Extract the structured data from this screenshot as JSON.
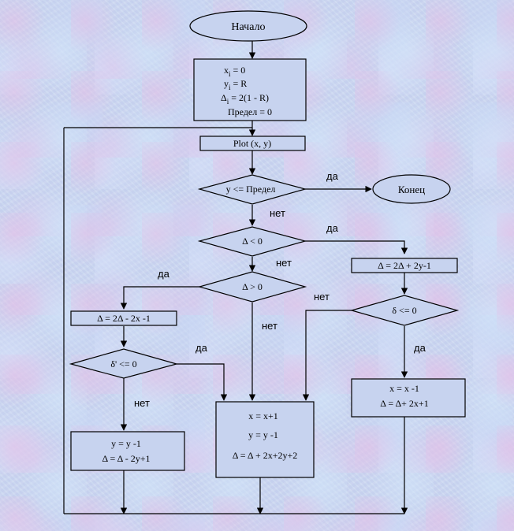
{
  "start": "Начало",
  "end": "Конец",
  "init": {
    "line1_x": "x",
    "line1_sub": "i",
    "line1_rest": " = 0",
    "line2_y": "y",
    "line2_sub": "i",
    "line2_rest": " = R",
    "line3_d": "Δ",
    "line3_sub": "i",
    "line3_rest": " = 2(1 - R)",
    "line4": "Предел = 0"
  },
  "plot": "Plot (x, y)",
  "cond_limit": "y <= Предел",
  "cond_delta_neg": "Δ < 0",
  "cond_delta_pos": "Δ > 0",
  "assign_right": "Δ = 2Δ + 2y-1",
  "cond_delta_right": "δ <= 0",
  "assign_left": "Δ = 2Δ - 2x -1",
  "cond_delta_left": "δ' <= 0",
  "box_center": [
    "x = x+1",
    "y = y -1",
    "Δ = Δ + 2x+2y+2"
  ],
  "box_right": [
    "x = x -1",
    "Δ = Δ+ 2x+1"
  ],
  "box_left": [
    "y = y -1",
    "Δ = Δ - 2y+1"
  ],
  "labels": {
    "yes": "да",
    "no": "нет"
  }
}
